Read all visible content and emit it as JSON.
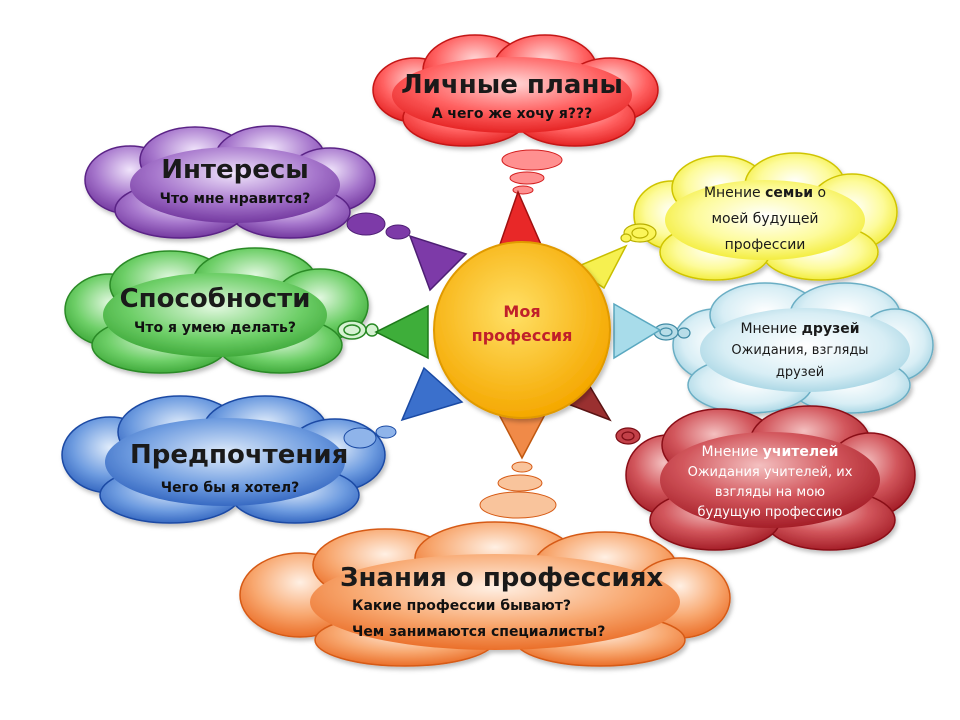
{
  "center": {
    "line1": "Моя",
    "line2": "профессия"
  },
  "clouds": {
    "plans": {
      "title": "Личные планы",
      "subtitle": "А чего же хочу я???",
      "color": "#e82020"
    },
    "interests": {
      "title": "Интересы",
      "subtitle": "Что мне нравится?",
      "color": "#7d3aa8"
    },
    "abilities": {
      "title": "Способности",
      "subtitle": "Что я умею делать?",
      "color": "#3eae3a"
    },
    "preferences": {
      "title": "Предпочтения",
      "subtitle": "Чего бы я хотел?",
      "color": "#2d64c0"
    },
    "knowledge": {
      "title": "Знания о профессиях",
      "line1": "Какие профессии бывают?",
      "line2": "Чем занимаются специалисты?",
      "color": "#f07a2a"
    },
    "family": {
      "pre": "Мнение ",
      "bold": "семьи",
      "post": " о",
      "line2": "моей будущей",
      "line3": "профессии",
      "color": "#f4f020"
    },
    "friends": {
      "pre": "Мнение ",
      "bold": "друзей",
      "line2": "Ожидания, взгляды",
      "line3": "друзей",
      "color": "#9ad2e2"
    },
    "teachers": {
      "pre": "Мнение ",
      "bold": "учителей",
      "line2": "Ожидания учителей, их",
      "line3": "взгляды на мою",
      "line4": "будущую профессию",
      "color": "#b8262e"
    }
  }
}
